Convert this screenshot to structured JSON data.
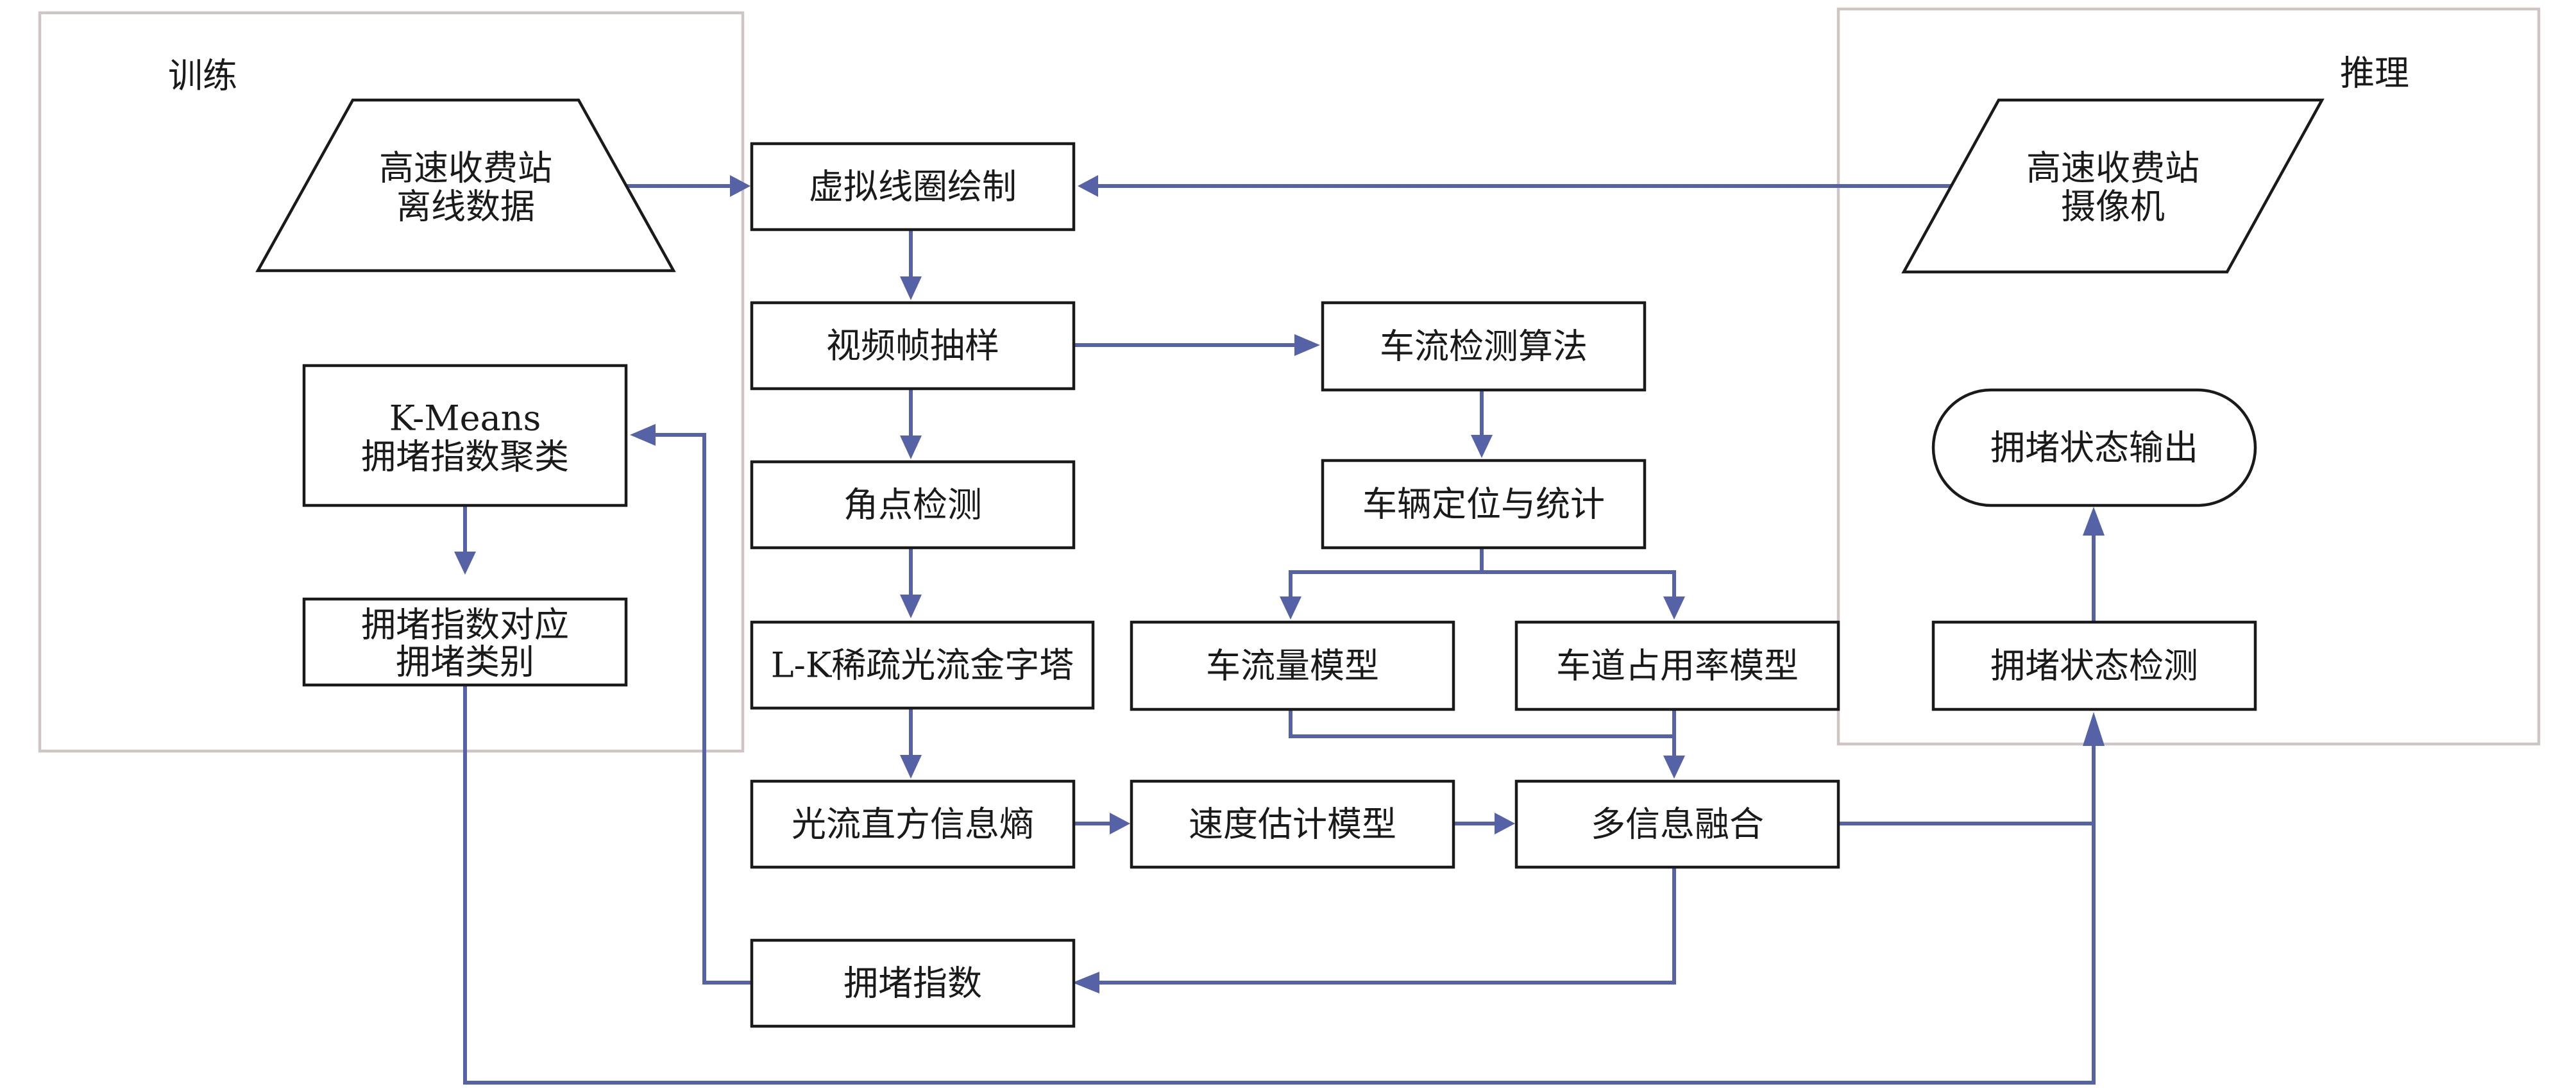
{
  "panels": {
    "training": "训练",
    "inference": "推理"
  },
  "nodes": {
    "offline_data": [
      "高速收费站",
      "离线数据"
    ],
    "camera": [
      "高速收费站",
      "摄像机"
    ],
    "virtual_coil": "虚拟线圈绘制",
    "frame_sampling": "视频帧抽样",
    "corner_detection": "角点检测",
    "lk_optical_flow": "L-K稀疏光流金字塔",
    "flow_histogram_entropy": "光流直方信息熵",
    "traffic_detection": "车流检测算法",
    "vehicle_locating": "车辆定位与统计",
    "flow_model": "车流量模型",
    "lane_occupancy_model": "车道占用率模型",
    "speed_model": "速度估计模型",
    "fusion": "多信息融合",
    "congestion_index": "拥堵指数",
    "kmeans": [
      "K-Means",
      "拥堵指数聚类"
    ],
    "index_category": [
      "拥堵指数对应",
      "拥堵类别"
    ],
    "congestion_detection": "拥堵状态检测",
    "congestion_output": "拥堵状态输出"
  },
  "colors": {
    "arrow": "#5662a6",
    "box_border": "#1a1a1a",
    "panel_border": "#cfc5c5",
    "background": "#ffffff"
  }
}
